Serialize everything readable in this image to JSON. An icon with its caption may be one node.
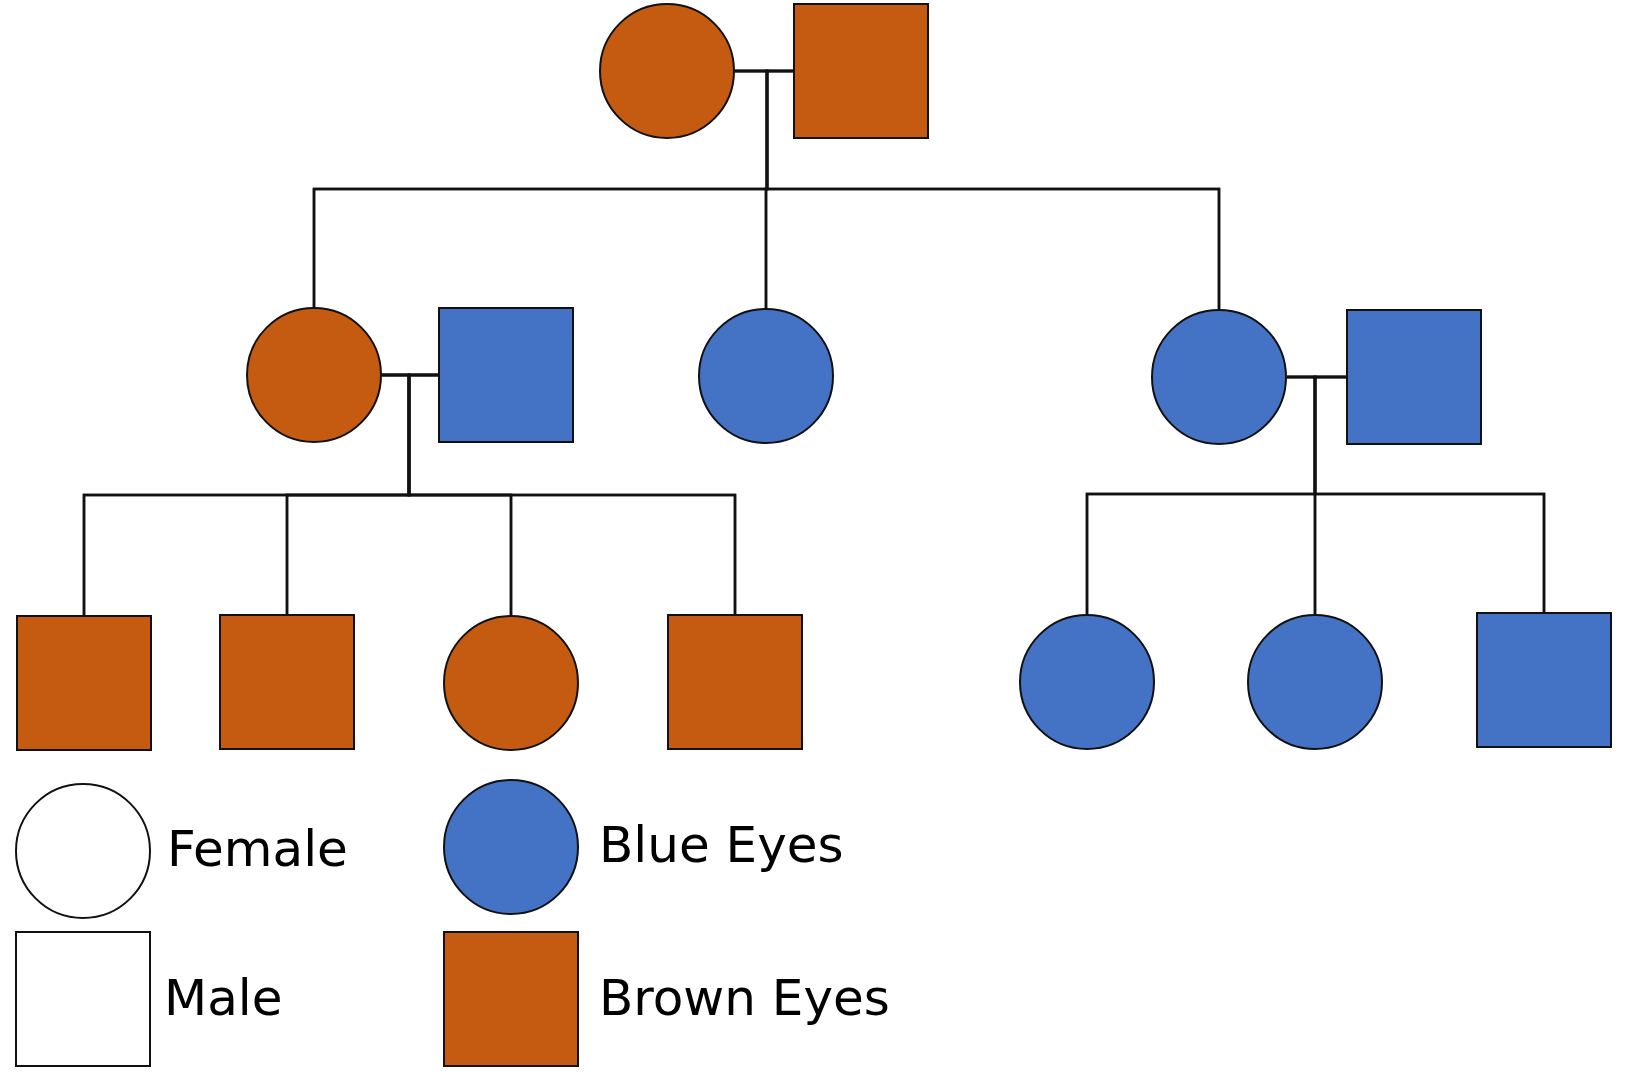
{
  "diagram": {
    "nodes": [
      {
        "text": [],
        "shape": "circle"
      },
      {
        "text": [],
        "shape": "box"
      },
      {
        "text": [],
        "shape": "circle"
      },
      {
        "text": [],
        "shape": "box"
      },
      {
        "text": [],
        "shape": "circle"
      },
      {
        "text": [],
        "shape": "circle"
      },
      {
        "text": [],
        "shape": "box"
      },
      {
        "text": [],
        "shape": "box"
      },
      {
        "text": [],
        "shape": "box"
      },
      {
        "text": [],
        "shape": "circle"
      },
      {
        "text": [],
        "shape": "box"
      },
      {
        "text": [],
        "shape": "circle"
      },
      {
        "text": [],
        "shape": "circle"
      },
      {
        "text": [],
        "shape": "box"
      }
    ],
    "edges": [
      {
        "from": 0,
        "to": 1,
        "arrow": "none"
      },
      {
        "from": 0,
        "to": 2,
        "arrow": "none"
      },
      {
        "from": 1,
        "to": 2,
        "arrow": "none"
      },
      {
        "from": 0,
        "to": 4,
        "arrow": "none"
      },
      {
        "from": 1,
        "to": 4,
        "arrow": "none"
      },
      {
        "from": 0,
        "to": 5,
        "arrow": "none"
      },
      {
        "from": 1,
        "to": 5,
        "arrow": "none"
      },
      {
        "from": 2,
        "to": 3,
        "arrow": "none"
      },
      {
        "from": 2,
        "to": 7,
        "arrow": "none"
      },
      {
        "from": 3,
        "to": 7,
        "arrow": "none"
      },
      {
        "from": 2,
        "to": 8,
        "arrow": "none"
      },
      {
        "from": 3,
        "to": 8,
        "arrow": "none"
      },
      {
        "from": 2,
        "to": 9,
        "arrow": "none"
      },
      {
        "from": 3,
        "to": 9,
        "arrow": "none"
      },
      {
        "from": 2,
        "to": 10,
        "arrow": "none"
      },
      {
        "from": 3,
        "to": 10,
        "arrow": "none"
      },
      {
        "from": 5,
        "to": 6,
        "arrow": "none"
      },
      {
        "from": 5,
        "to": 11,
        "arrow": "none"
      },
      {
        "from": 6,
        "to": 11,
        "arrow": "none"
      },
      {
        "from": 5,
        "to": 12,
        "arrow": "none"
      },
      {
        "from": 6,
        "to": 12,
        "arrow": "none"
      },
      {
        "from": 5,
        "to": 13,
        "arrow": "none"
      },
      {
        "from": 6,
        "to": 13,
        "arrow": "none"
      }
    ],
    "legend": [
      {
        "text": "Female"
      },
      {
        "text": "Blue Eyes",
        "color": "#4472c4"
      },
      {
        "text": "Male"
      },
      {
        "text": "Brown Eyes",
        "color": "#c55a11"
      }
    ]
  }
}
